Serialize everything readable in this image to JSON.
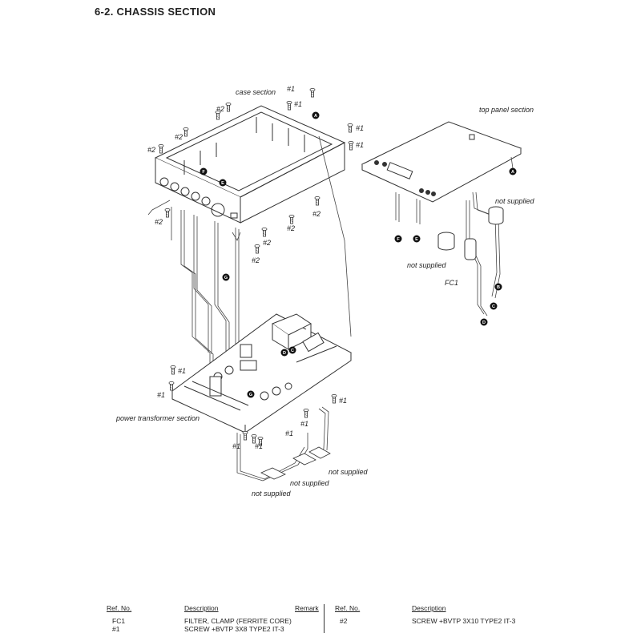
{
  "section_title": "6-2.   CHASSIS  SECTION",
  "labels": {
    "case_section": "case section",
    "top_panel_section": "top panel section",
    "power_transformer_section": "power transformer section",
    "not_supplied": "not supplied",
    "fc1": "FC1",
    "screw1": "#1",
    "screw2": "#2"
  },
  "markers": [
    "A",
    "B",
    "C",
    "D",
    "E",
    "F",
    "G"
  ],
  "parts_table": {
    "headers": {
      "ref_no": "Ref. No.",
      "description": "Description",
      "remark": "Remark"
    },
    "left_rows": [
      {
        "ref": "FC1",
        "desc": "FILTER, CLAMP (FERRITE CORE)"
      },
      {
        "ref": "#1",
        "desc": "SCREW +BVTP 3X8 TYPE2 IT-3"
      }
    ],
    "right_rows": [
      {
        "ref": "#2",
        "desc": "SCREW +BVTP 3X10 TYPE2 IT-3"
      }
    ]
  }
}
